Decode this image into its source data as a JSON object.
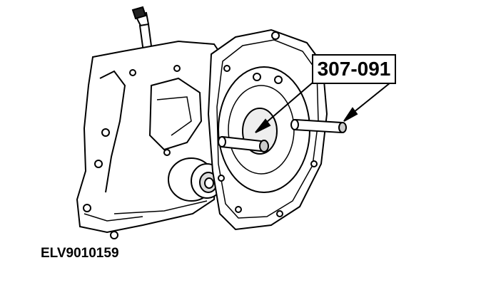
{
  "diagram": {
    "callout_label": "307-091",
    "figure_id": "ELV9010159",
    "subject": "transaxle-with-guide-pins",
    "line_color": "#000000",
    "background_color": "#ffffff"
  }
}
